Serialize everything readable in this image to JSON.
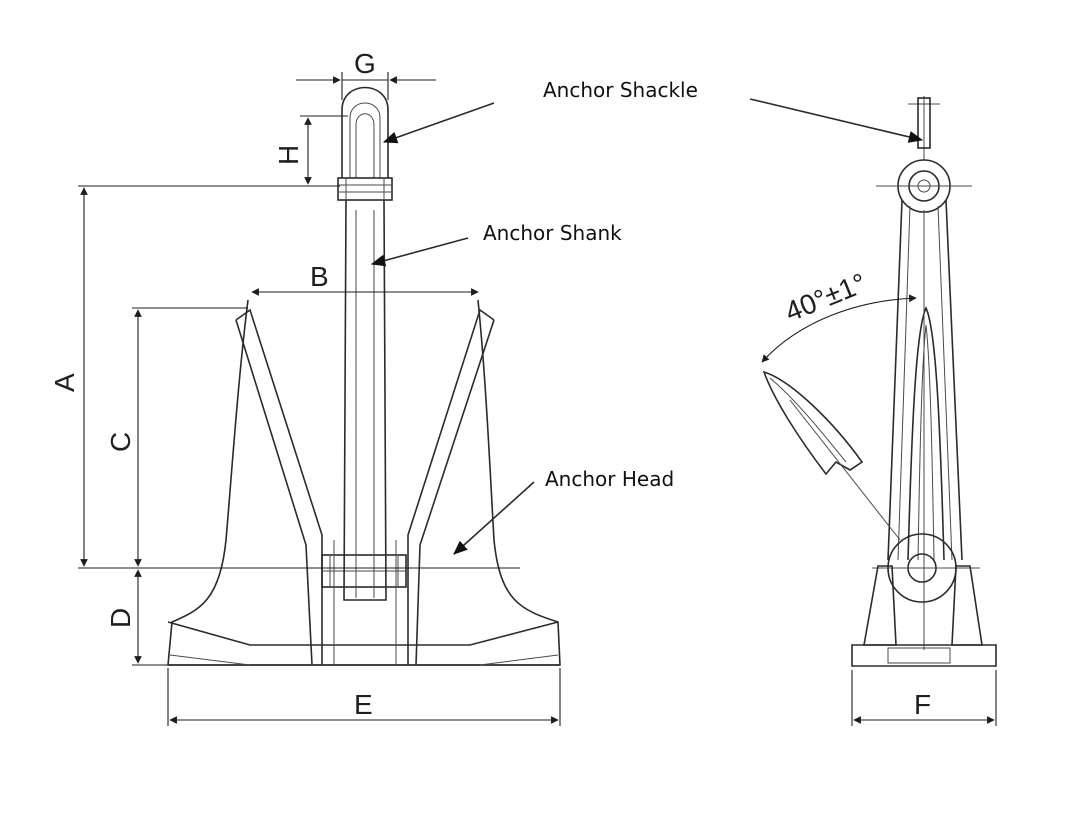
{
  "labels": {
    "shackle": "Anchor Shackle",
    "shank": "Anchor Shank",
    "head": "Anchor Head"
  },
  "dimensions": {
    "a": "A",
    "b": "B",
    "c": "C",
    "d": "D",
    "e": "E",
    "f": "F",
    "g": "G",
    "h": "H",
    "angle": "40°±1°"
  },
  "colors": {
    "line": "#2b2b2b",
    "text": "#111111",
    "background": "#ffffff"
  }
}
